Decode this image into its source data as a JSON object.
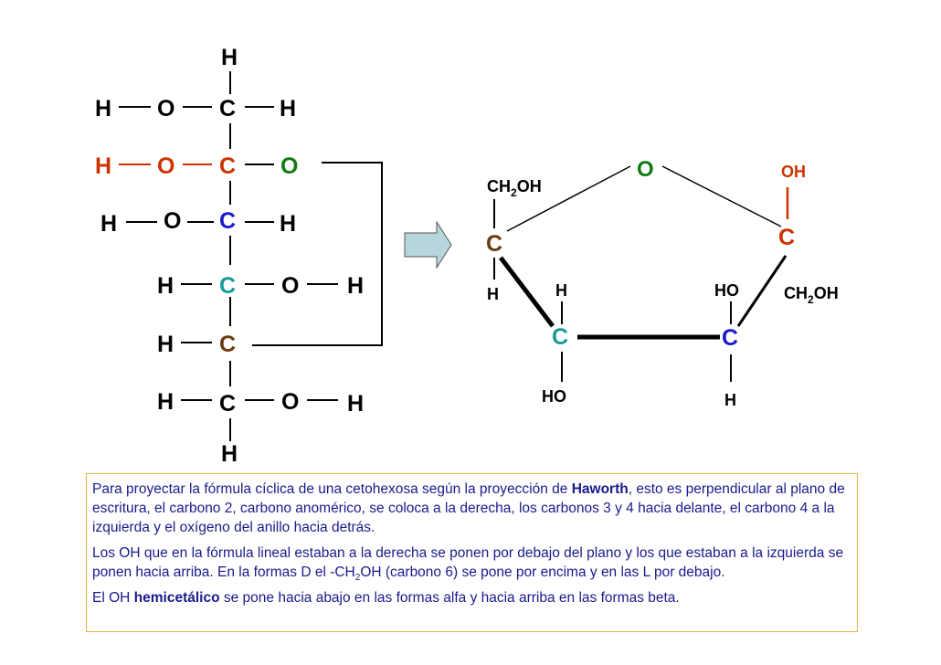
{
  "colors": {
    "black": "#000000",
    "red": "#cc3300",
    "green": "#127a12",
    "blue": "#1a1acc",
    "teal": "#1a9999",
    "brown": "#6b3a10",
    "arrow_fill": "#b6d6dc",
    "text_blue": "#1a1a8c",
    "border": "#e8b24a"
  },
  "linear": {
    "h": "H",
    "o": "O",
    "c": "C"
  },
  "haworth": {
    "ring_o": "O",
    "c2_sub": "OH",
    "c2": "C",
    "c5": "C",
    "c3": "C",
    "c4": "C",
    "ch2oh_left": "CH",
    "ch2oh_sub": "2",
    "ch2oh_oh": "OH",
    "h": "H",
    "ho": "HO"
  },
  "caption": {
    "p1_a": "Para proyectar la fórmula cíclica de una cetohexosa según la proyección de ",
    "p1_b": "Haworth",
    "p1_c": ", esto es perpendicular al plano de escritura,  el carbono 2, carbono anomérico, se coloca a la derecha, los carbonos 3 y 4 hacia delante, el carbono 4 a la izquierda y el oxígeno del anillo hacia detrás.",
    "p2_a": " Los OH que en la fórmula lineal estaban a la derecha se ponen por debajo del plano y los que estaban a la izquierda se ponen hacia arriba. En la formas D el -CH",
    "p2_sub": "2",
    "p2_b": "OH (carbono 6) se pone por encima y en las L por debajo.",
    "p3_a": "El OH ",
    "p3_b": "hemicetálico",
    "p3_c": " se pone hacia abajo en las formas alfa y hacia arriba en las formas beta."
  }
}
